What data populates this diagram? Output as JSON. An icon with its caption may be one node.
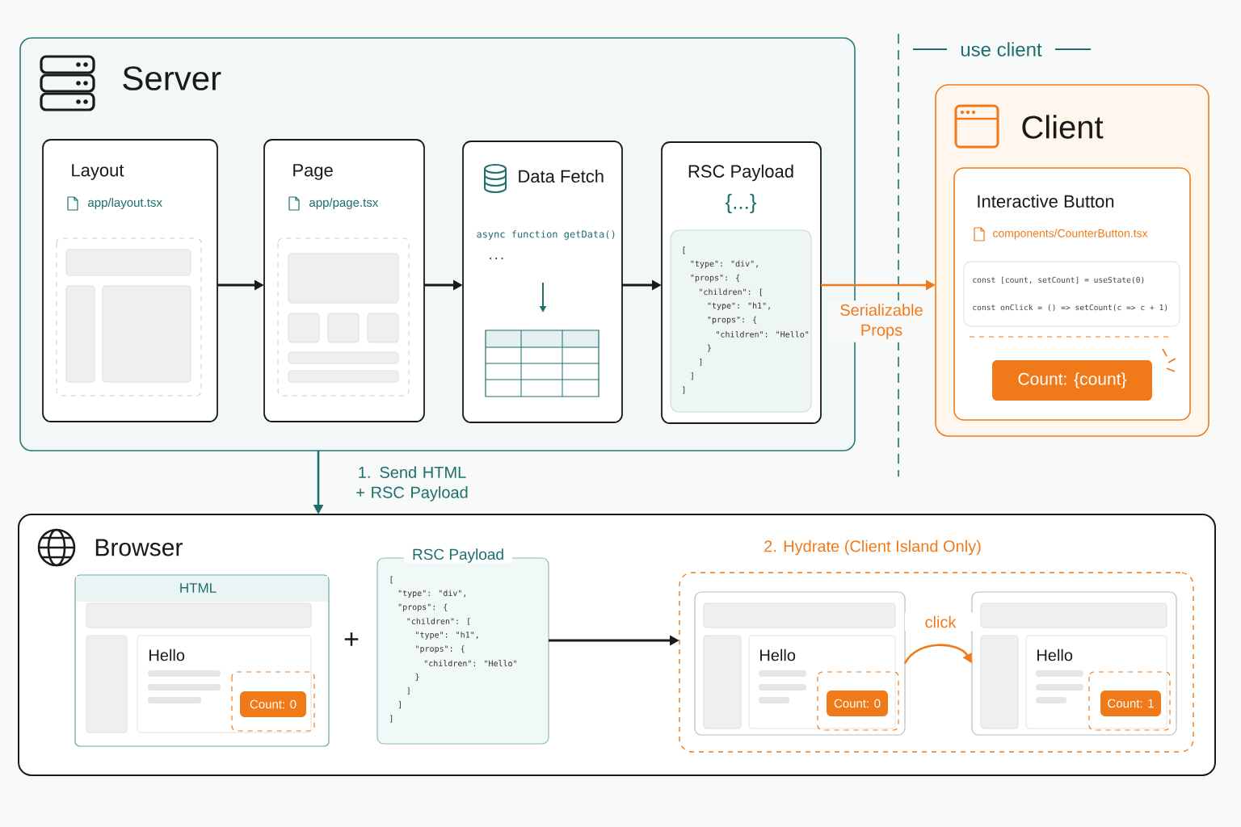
{
  "diagram": {
    "nodes": [
      {
        "text": [
          "Server"
        ]
      },
      {
        "text": [
          "Layout",
          "app/layout.tsx"
        ],
        "in": 0
      },
      {
        "text": [
          "Page",
          "app/page.tsx"
        ],
        "in": 0
      },
      {
        "text": [
          "Data Fetch",
          "async function getData()",
          "..."
        ],
        "in": 0
      },
      {
        "text": [
          "RSC Payload",
          "{...}",
          "[",
          "\"type\": \"div\",",
          "\"props\": {",
          "\"children\": [",
          "\"type\": \"h1\",",
          "\"props\": {",
          "\"children\": \"Hello\"",
          "}",
          "]",
          "]",
          "]"
        ],
        "in": 0
      },
      {
        "text": [
          "Client"
        ]
      },
      {
        "text": [
          "Interactive Button",
          "components/CounterButton.tsx",
          "const [count, setCount] = useState(0)",
          "const onClick = () => setCount(c => c + 1)"
        ],
        "in": 5
      },
      {
        "text": [
          "Count: {count}"
        ],
        "in": 6
      },
      {
        "text": [
          "Browser"
        ]
      },
      {
        "text": [
          "HTML",
          "Hello"
        ],
        "in": 8
      },
      {
        "text": [
          "Count: 0"
        ],
        "in": 9
      },
      {
        "text": [
          "RSC Payload",
          "[",
          "\"type\": \"div\",",
          "\"props\": {",
          "\"children\": [",
          "\"type\": \"h1\",",
          "\"props\": {",
          "\"children\": \"Hello\"",
          "}",
          "]",
          "]",
          "]"
        ],
        "in": 8
      },
      {
        "text": [
          "2. Hydrate (Client Island Only)"
        ],
        "in": 8
      },
      {
        "text": [
          "Hello"
        ],
        "in": 12
      },
      {
        "text": [
          "Count: 0"
        ],
        "in": 13
      },
      {
        "text": [
          "Hello"
        ],
        "in": 12
      },
      {
        "text": [
          "Count: 1"
        ],
        "in": 15
      }
    ],
    "edges": [
      {
        "from": 1,
        "to": 2,
        "arrow": "to"
      },
      {
        "from": 2,
        "to": 3,
        "arrow": "to"
      },
      {
        "from": 3,
        "to": 4,
        "arrow": "to"
      },
      {
        "from": 4,
        "to": 5,
        "arrow": "to",
        "label": "Serializable Props",
        "color": "#f07a1a"
      },
      {
        "from": 0,
        "to": 8,
        "arrow": "to",
        "label": "1. Send HTML + RSC Payload",
        "color": "#1d6f6b"
      },
      {
        "from": 11,
        "to": 12,
        "arrow": "to"
      },
      {
        "from": 13,
        "to": 15,
        "arrow": "to",
        "label": "click",
        "color": "#f07a1a"
      }
    ],
    "labels": [
      "use client",
      "+"
    ]
  }
}
